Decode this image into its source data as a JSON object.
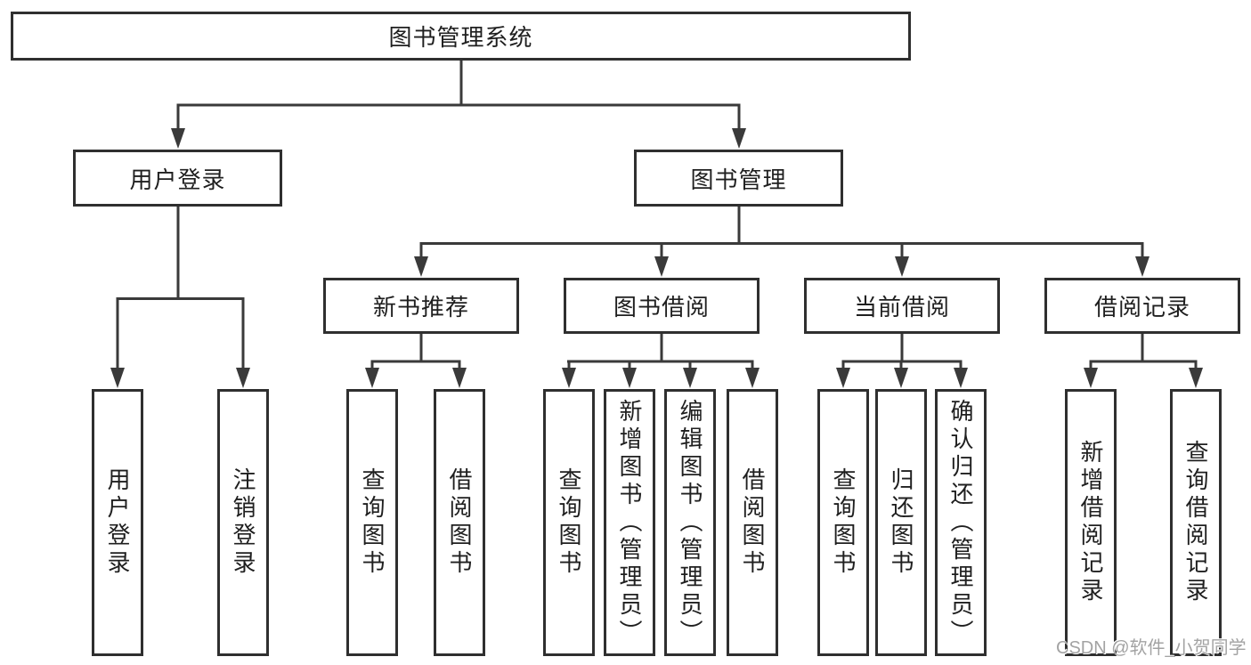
{
  "diagram": {
    "title": "图书管理系统",
    "nodes": {
      "root": {
        "label": "图书管理系统"
      },
      "level2": [
        {
          "label": "用户登录",
          "children": [
            {
              "label": "用户登录"
            },
            {
              "label": "注销登录"
            }
          ]
        },
        {
          "label": "图书管理",
          "children": [
            {
              "label": "新书推荐",
              "children": [
                {
                  "label": "查询图书"
                },
                {
                  "label": "借阅图书"
                }
              ]
            },
            {
              "label": "图书借阅",
              "children": [
                {
                  "label": "查询图书"
                },
                {
                  "label": "新增图书（管理员）"
                },
                {
                  "label": "编辑图书（管理员）"
                },
                {
                  "label": "借阅图书"
                }
              ]
            },
            {
              "label": "当前借阅",
              "children": [
                {
                  "label": "查询图书"
                },
                {
                  "label": "归还图书"
                },
                {
                  "label": "确认归还（管理员）"
                }
              ]
            },
            {
              "label": "借阅记录",
              "children": [
                {
                  "label": "新增借阅记录"
                },
                {
                  "label": "查询借阅记录"
                }
              ]
            }
          ]
        }
      ]
    },
    "colors": {
      "line": "#3a3a3a",
      "border": "#2f2f2f",
      "text": "#1f1f1f",
      "background": "#ffffff",
      "watermark": "#a3a3a3"
    }
  },
  "watermark": {
    "text": "CSDN @软件_小贺同学"
  }
}
